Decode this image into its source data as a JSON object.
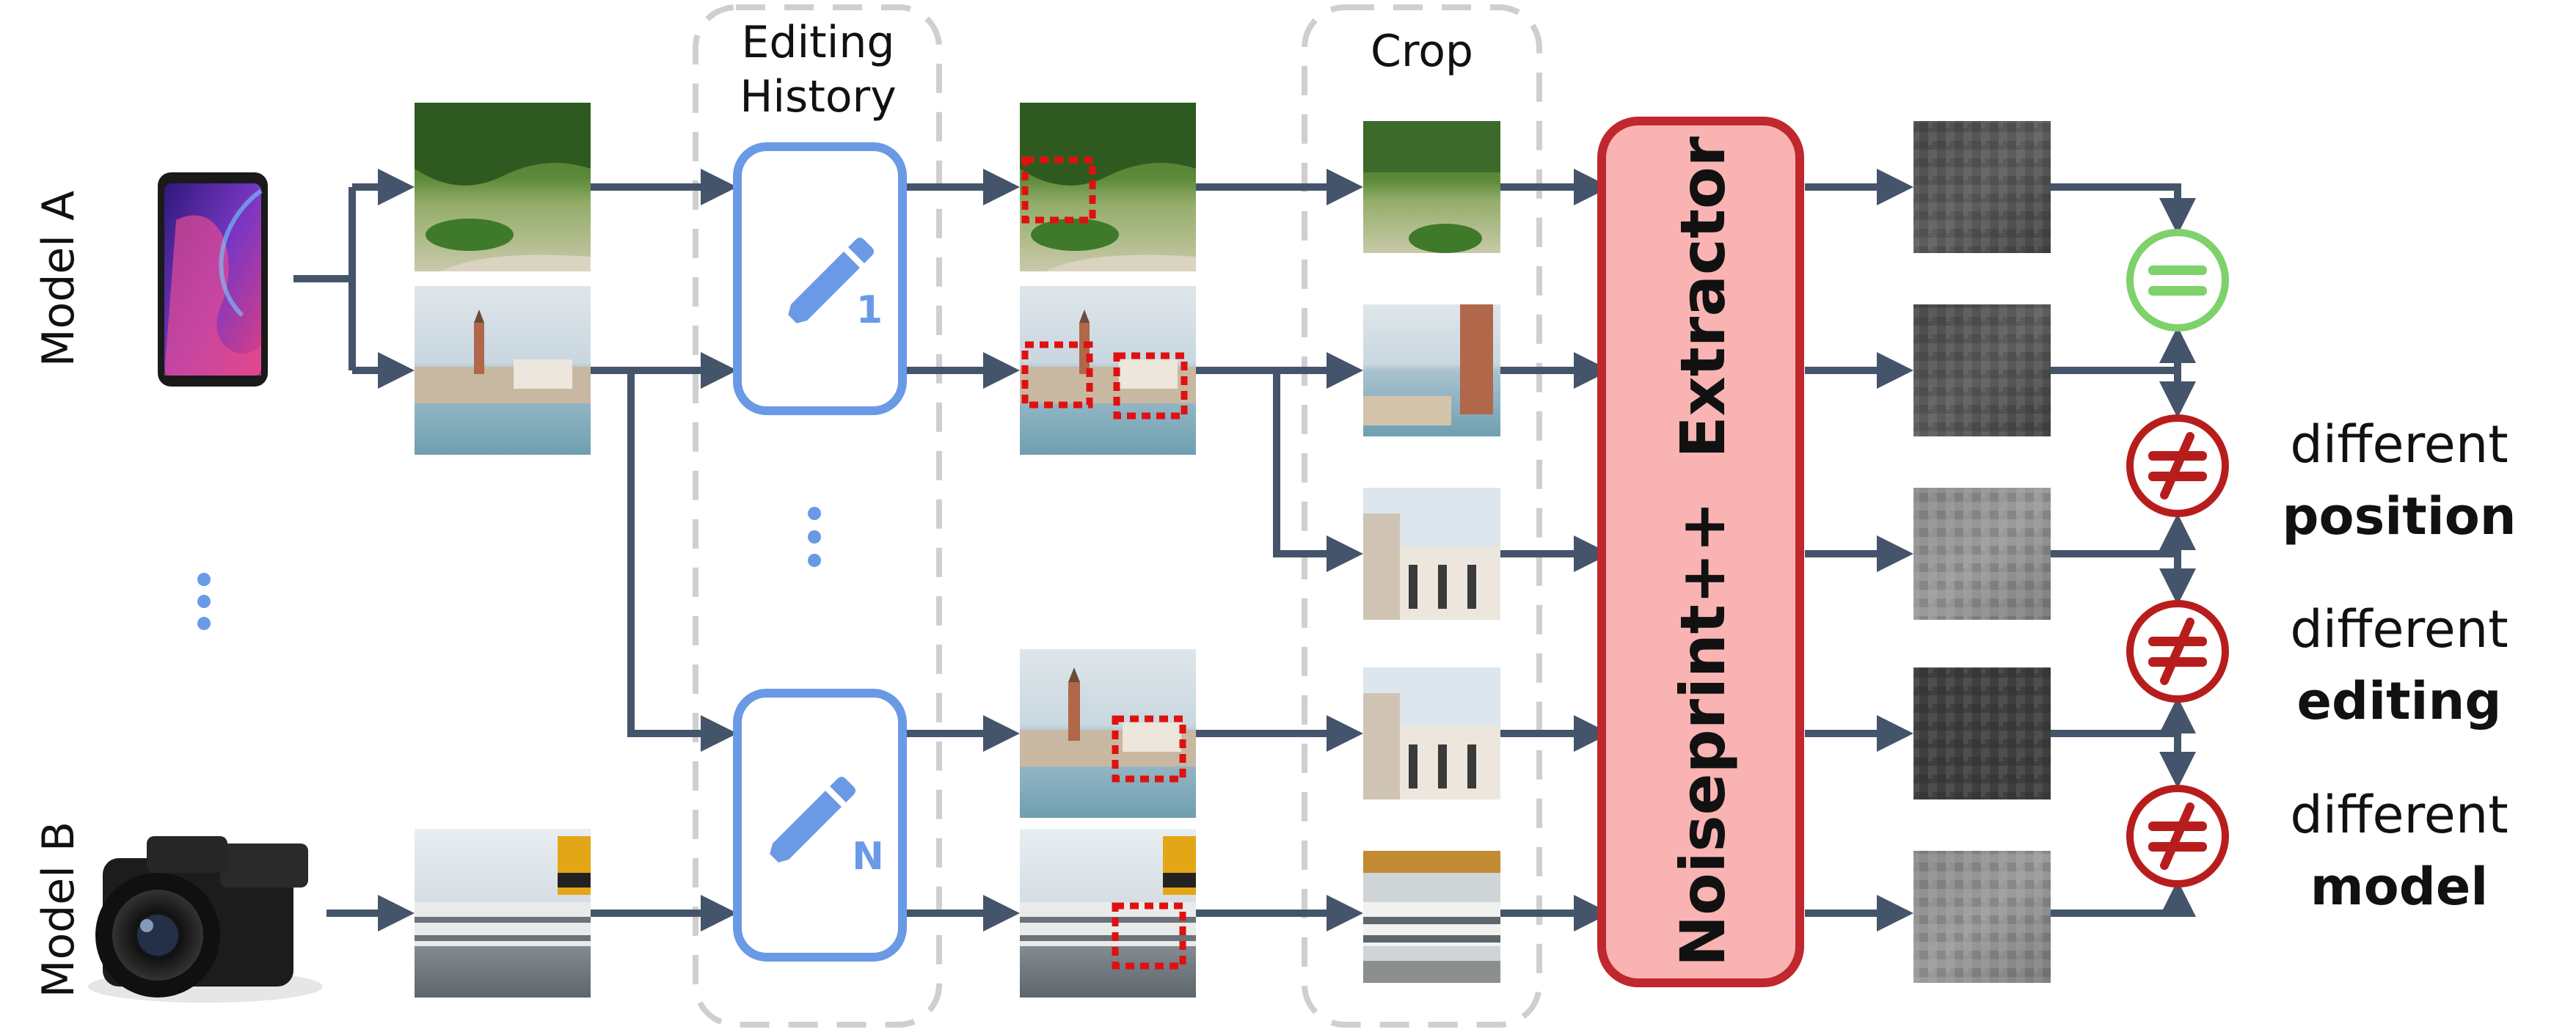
{
  "models": [
    {
      "name": "Model A",
      "device_icon": "smartphone-icon"
    },
    {
      "name": "Model B",
      "device_icon": "dslr-camera-icon"
    }
  ],
  "editing_history": {
    "title_line1": "Editing",
    "title_line2": "History",
    "steps": [
      {
        "icon": "pencil-icon",
        "index": "1"
      },
      {
        "icon": "pencil-icon",
        "index": "N"
      }
    ]
  },
  "crop": {
    "title": "Crop"
  },
  "extractor": {
    "name": "Noiseprint++  Extractor"
  },
  "comparisons": [
    {
      "symbol": "equal",
      "line1": "",
      "line2": ""
    },
    {
      "symbol": "not-equal",
      "line1": "different",
      "line2": "position"
    },
    {
      "symbol": "not-equal",
      "line1": "different",
      "line2": "editing"
    },
    {
      "symbol": "not-equal",
      "line1": "different",
      "line2": "model"
    }
  ],
  "colors": {
    "arrow": "#44546a",
    "edit_box": "#6a9ae6",
    "dashed_group": "#cfcfcf",
    "extractor_fill": "#f9b3b3",
    "extractor_border": "#c0282d",
    "equal_symbol": "#7ed16b",
    "not_equal_symbol": "#b81d1d",
    "crop_marker": "#e01010"
  }
}
